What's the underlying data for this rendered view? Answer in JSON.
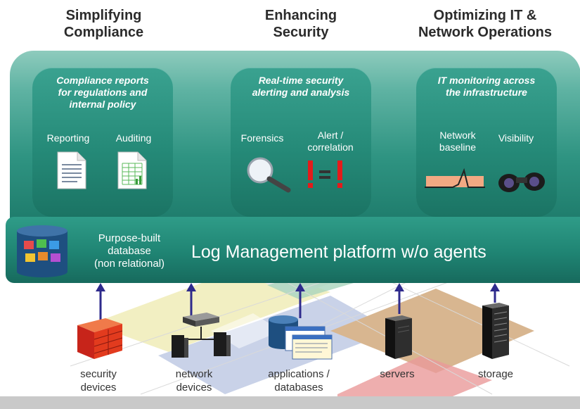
{
  "headers": {
    "compliance": "Simplifying\nCompliance",
    "security": "Enhancing\nSecurity",
    "operations": "Optimizing IT &\nNetwork Operations"
  },
  "panels": {
    "compliance": {
      "subtitle": "Compliance reports\nfor regulations and\ninternal policy",
      "items": [
        "Reporting",
        "Auditing"
      ]
    },
    "security": {
      "subtitle": "Real-time security\nalerting and analysis",
      "items": [
        "Forensics",
        "Alert /\ncorrelation"
      ]
    },
    "operations": {
      "subtitle": "IT monitoring across\nthe infrastructure",
      "items": [
        "Network\nbaseline",
        "Visibility"
      ]
    }
  },
  "platform": {
    "db_label": "Purpose-built\ndatabase\n(non relational)",
    "title": "Log Management platform w/o agents"
  },
  "devices": [
    "security\ndevices",
    "network\ndevices",
    "applications /\ndatabases",
    "servers",
    "storage"
  ],
  "colors": {
    "teal_dark": "#1b7464",
    "teal_light": "#8ecbbd",
    "arrow": "#2e2a8c",
    "alert": "#e41b1b",
    "firewall": "#e23b1e"
  }
}
